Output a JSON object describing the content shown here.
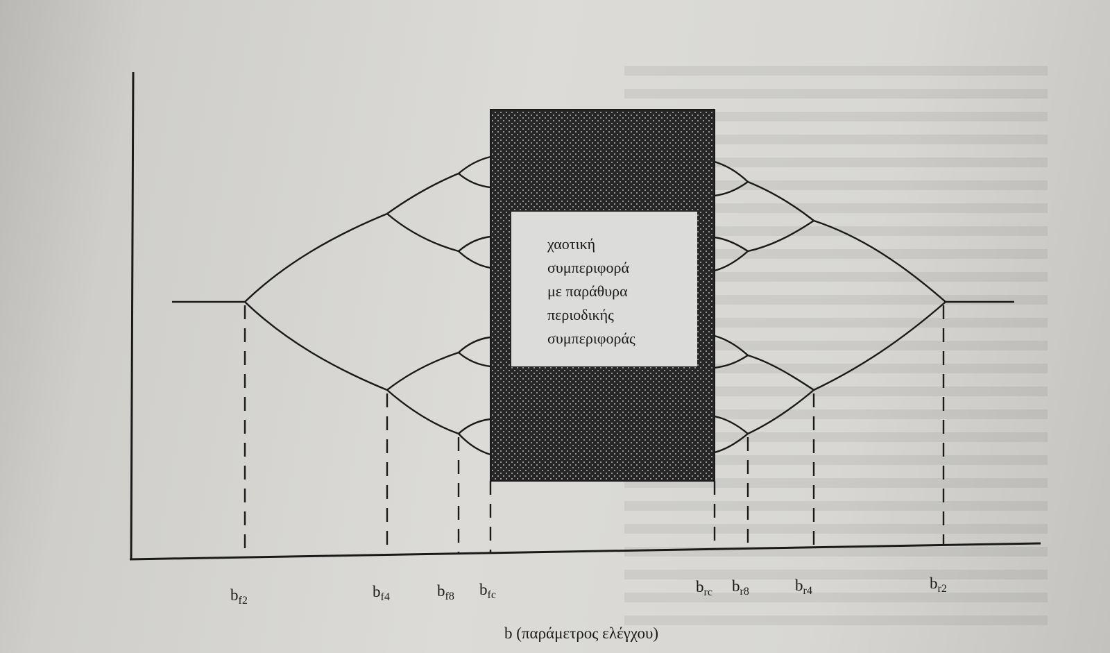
{
  "diagram": {
    "tick_labels": [
      {
        "id": "bf2",
        "base": "b",
        "sub": "f2"
      },
      {
        "id": "bf4",
        "base": "b",
        "sub": "f4"
      },
      {
        "id": "bf8",
        "base": "b",
        "sub": "f8"
      },
      {
        "id": "bfc",
        "base": "b",
        "sub": "fc"
      },
      {
        "id": "brc",
        "base": "b",
        "sub": "rc"
      },
      {
        "id": "br8",
        "base": "b",
        "sub": "r8"
      },
      {
        "id": "br4",
        "base": "b",
        "sub": "r4"
      },
      {
        "id": "br2",
        "base": "b",
        "sub": "r2"
      }
    ],
    "x_axis_label": "b (παράμετρος ελέγχου)",
    "chaos_box_text": [
      "χαοτική",
      "συμπεριφορά",
      "με παράθυρα",
      "περιοδικής",
      "συμπεριφοράς"
    ],
    "colors": {
      "ink": "#1a1a1a",
      "page": "#d9d9d6",
      "box_fill": "#2a2a2a",
      "box_dots": "#e8e8e8",
      "inner_box": "#dcdcda"
    }
  }
}
